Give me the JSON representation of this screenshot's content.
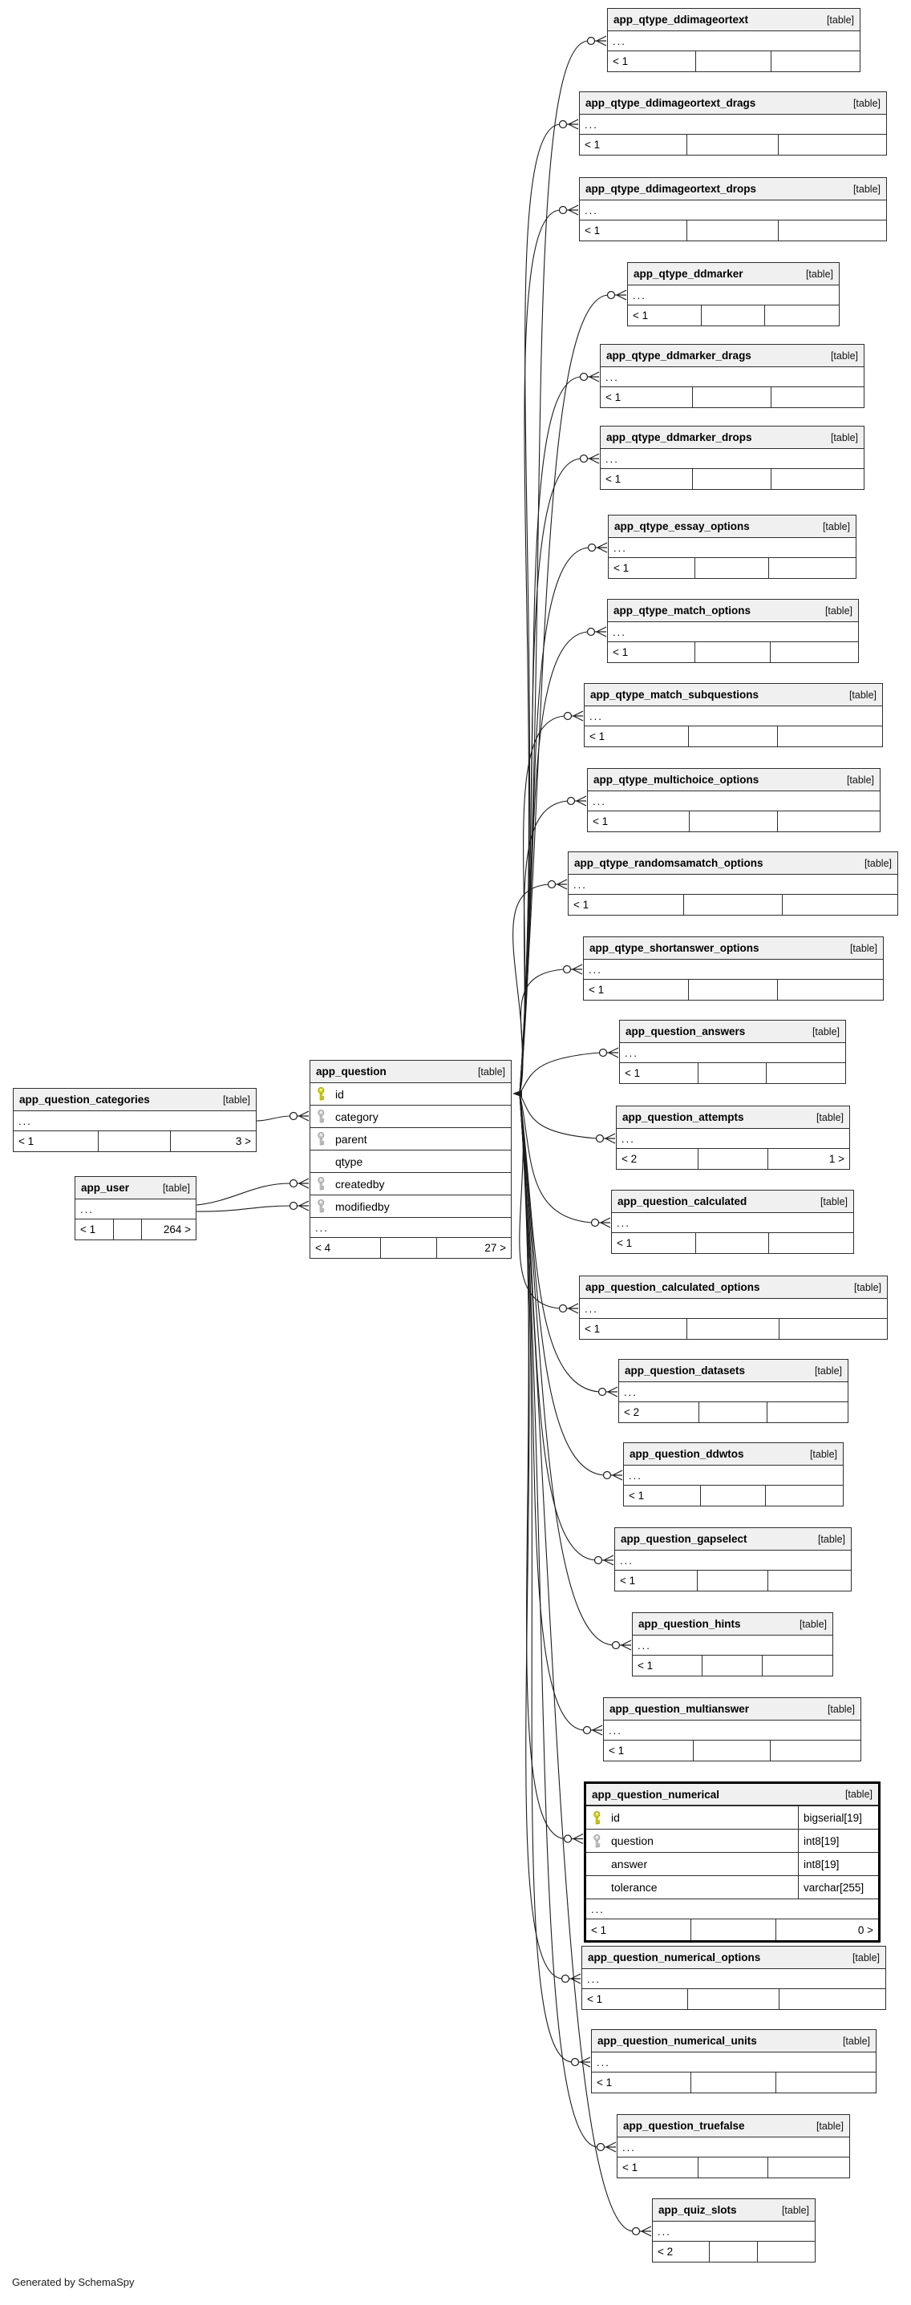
{
  "page": {
    "footer_note": "Generated by SchemaSpy",
    "table_tag": "[table]",
    "ellipsis": "..."
  },
  "colors": {
    "header_bg": "#f0f0f0",
    "border": "#2e2e2e",
    "line": "#1c1c1c",
    "pk_key_fill": "#d6d600",
    "pk_key_stroke": "#a0a000",
    "fk_key_fill": "#c9c9c9",
    "fk_key_stroke": "#9a9a9a"
  },
  "left_tables": [
    {
      "name": "app_question_categories",
      "footer": {
        "left": "< 1",
        "mid": "",
        "right": "3 >"
      }
    },
    {
      "name": "app_user",
      "footer": {
        "left": "< 1",
        "mid": "",
        "right": "264 >"
      }
    }
  ],
  "center_table": {
    "name": "app_question",
    "columns": [
      {
        "name": "id",
        "key": "pk"
      },
      {
        "name": "category",
        "key": "fk"
      },
      {
        "name": "parent",
        "key": "fk"
      },
      {
        "name": "qtype",
        "key": "none"
      },
      {
        "name": "createdby",
        "key": "fk"
      },
      {
        "name": "modifiedby",
        "key": "fk"
      }
    ],
    "footer": {
      "left": "< 4",
      "mid": "",
      "right": "27 >"
    }
  },
  "right_tables": [
    {
      "name": "app_qtype_ddimageortext",
      "footer": {
        "left": "< 1",
        "mid": "",
        "right": ""
      }
    },
    {
      "name": "app_qtype_ddimageortext_drags",
      "footer": {
        "left": "< 1",
        "mid": "",
        "right": ""
      }
    },
    {
      "name": "app_qtype_ddimageortext_drops",
      "footer": {
        "left": "< 1",
        "mid": "",
        "right": ""
      }
    },
    {
      "name": "app_qtype_ddmarker",
      "footer": {
        "left": "< 1",
        "mid": "",
        "right": ""
      }
    },
    {
      "name": "app_qtype_ddmarker_drags",
      "footer": {
        "left": "< 1",
        "mid": "",
        "right": ""
      }
    },
    {
      "name": "app_qtype_ddmarker_drops",
      "footer": {
        "left": "< 1",
        "mid": "",
        "right": ""
      }
    },
    {
      "name": "app_qtype_essay_options",
      "footer": {
        "left": "< 1",
        "mid": "",
        "right": ""
      }
    },
    {
      "name": "app_qtype_match_options",
      "footer": {
        "left": "< 1",
        "mid": "",
        "right": ""
      }
    },
    {
      "name": "app_qtype_match_subquestions",
      "footer": {
        "left": "< 1",
        "mid": "",
        "right": ""
      }
    },
    {
      "name": "app_qtype_multichoice_options",
      "footer": {
        "left": "< 1",
        "mid": "",
        "right": ""
      }
    },
    {
      "name": "app_qtype_randomsamatch_options",
      "footer": {
        "left": "< 1",
        "mid": "",
        "right": ""
      }
    },
    {
      "name": "app_qtype_shortanswer_options",
      "footer": {
        "left": "< 1",
        "mid": "",
        "right": ""
      }
    },
    {
      "name": "app_question_answers",
      "footer": {
        "left": "< 1",
        "mid": "",
        "right": ""
      }
    },
    {
      "name": "app_question_attempts",
      "footer": {
        "left": "< 2",
        "mid": "",
        "right": "1 >"
      }
    },
    {
      "name": "app_question_calculated",
      "footer": {
        "left": "< 1",
        "mid": "",
        "right": ""
      }
    },
    {
      "name": "app_question_calculated_options",
      "footer": {
        "left": "< 1",
        "mid": "",
        "right": ""
      }
    },
    {
      "name": "app_question_datasets",
      "footer": {
        "left": "< 2",
        "mid": "",
        "right": ""
      }
    },
    {
      "name": "app_question_ddwtos",
      "footer": {
        "left": "< 1",
        "mid": "",
        "right": ""
      }
    },
    {
      "name": "app_question_gapselect",
      "footer": {
        "left": "< 1",
        "mid": "",
        "right": ""
      }
    },
    {
      "name": "app_question_hints",
      "footer": {
        "left": "< 1",
        "mid": "",
        "right": ""
      }
    },
    {
      "name": "app_question_multianswer",
      "footer": {
        "left": "< 1",
        "mid": "",
        "right": ""
      }
    },
    {
      "name": "app_question_numerical",
      "emphasized": true,
      "columns": [
        {
          "name": "id",
          "type": "bigserial[19]",
          "key": "pk"
        },
        {
          "name": "question",
          "type": "int8[19]",
          "key": "fk"
        },
        {
          "name": "answer",
          "type": "int8[19]",
          "key": "none"
        },
        {
          "name": "tolerance",
          "type": "varchar[255]",
          "key": "none"
        }
      ],
      "footer": {
        "left": "< 1",
        "mid": "",
        "right": "0 >"
      }
    },
    {
      "name": "app_question_numerical_options",
      "footer": {
        "left": "< 1",
        "mid": "",
        "right": ""
      }
    },
    {
      "name": "app_question_numerical_units",
      "footer": {
        "left": "< 1",
        "mid": "",
        "right": ""
      }
    },
    {
      "name": "app_question_truefalse",
      "footer": {
        "left": "< 1",
        "mid": "",
        "right": ""
      }
    },
    {
      "name": "app_quiz_slots",
      "footer": {
        "left": "< 2",
        "mid": "",
        "right": ""
      }
    }
  ]
}
